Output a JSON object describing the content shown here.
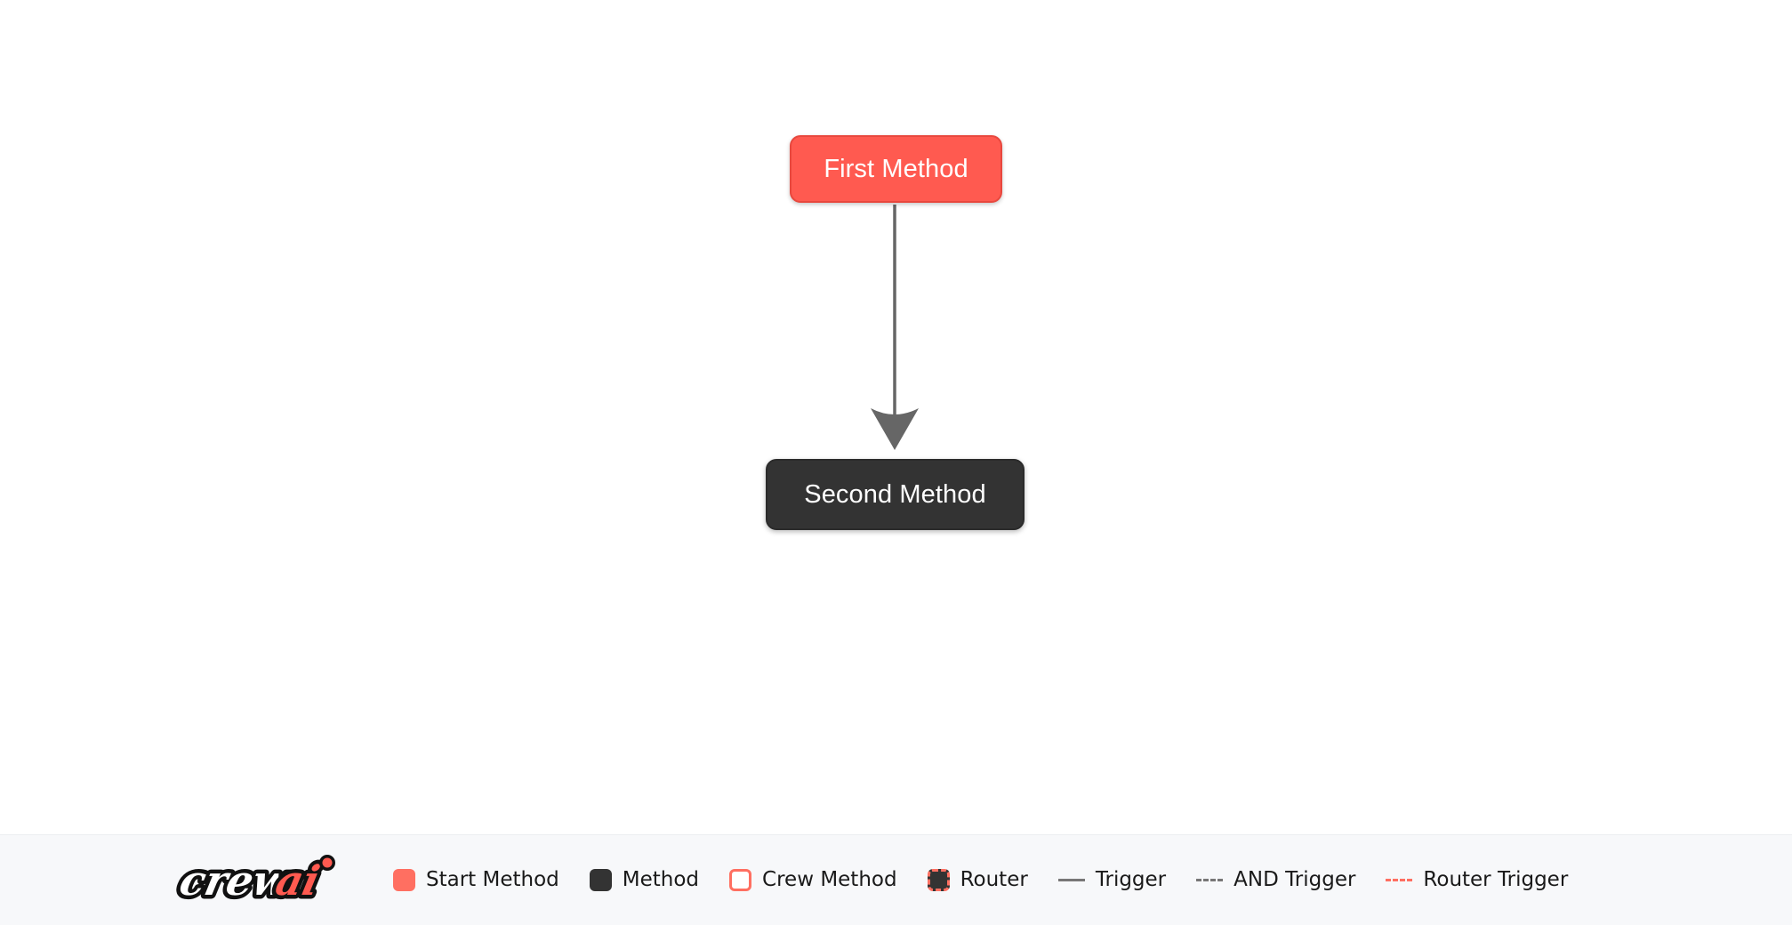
{
  "canvas": {
    "background_color": "#ffffff",
    "nodes": [
      {
        "id": "first-method",
        "label": "First Method",
        "type": "start-method",
        "fill": "#FF5A50",
        "text_color": "#ffffff"
      },
      {
        "id": "second-method",
        "label": "Second Method",
        "type": "method",
        "fill": "#333333",
        "text_color": "#ffffff"
      }
    ],
    "edges": [
      {
        "id": "first-to-second",
        "from": "first-method",
        "to": "second-method",
        "style": "trigger",
        "color": "#666666"
      }
    ]
  },
  "legend": {
    "brand": {
      "name": "crewai",
      "word_primary": "crew",
      "word_accent": "ai",
      "primary_color": "#ffffff",
      "accent_color": "#FF5A50",
      "outline_color": "#111111"
    },
    "background_color": "#F7F8FA",
    "items": [
      {
        "label": "Start Method",
        "marker": "swatch-start"
      },
      {
        "label": "Method",
        "marker": "swatch-method"
      },
      {
        "label": "Crew Method",
        "marker": "swatch-crew"
      },
      {
        "label": "Router",
        "marker": "swatch-router"
      },
      {
        "label": "Trigger",
        "marker": "line-solid-gray"
      },
      {
        "label": "AND Trigger",
        "marker": "line-dash-gray"
      },
      {
        "label": "Router Trigger",
        "marker": "line-dash-red"
      }
    ]
  }
}
